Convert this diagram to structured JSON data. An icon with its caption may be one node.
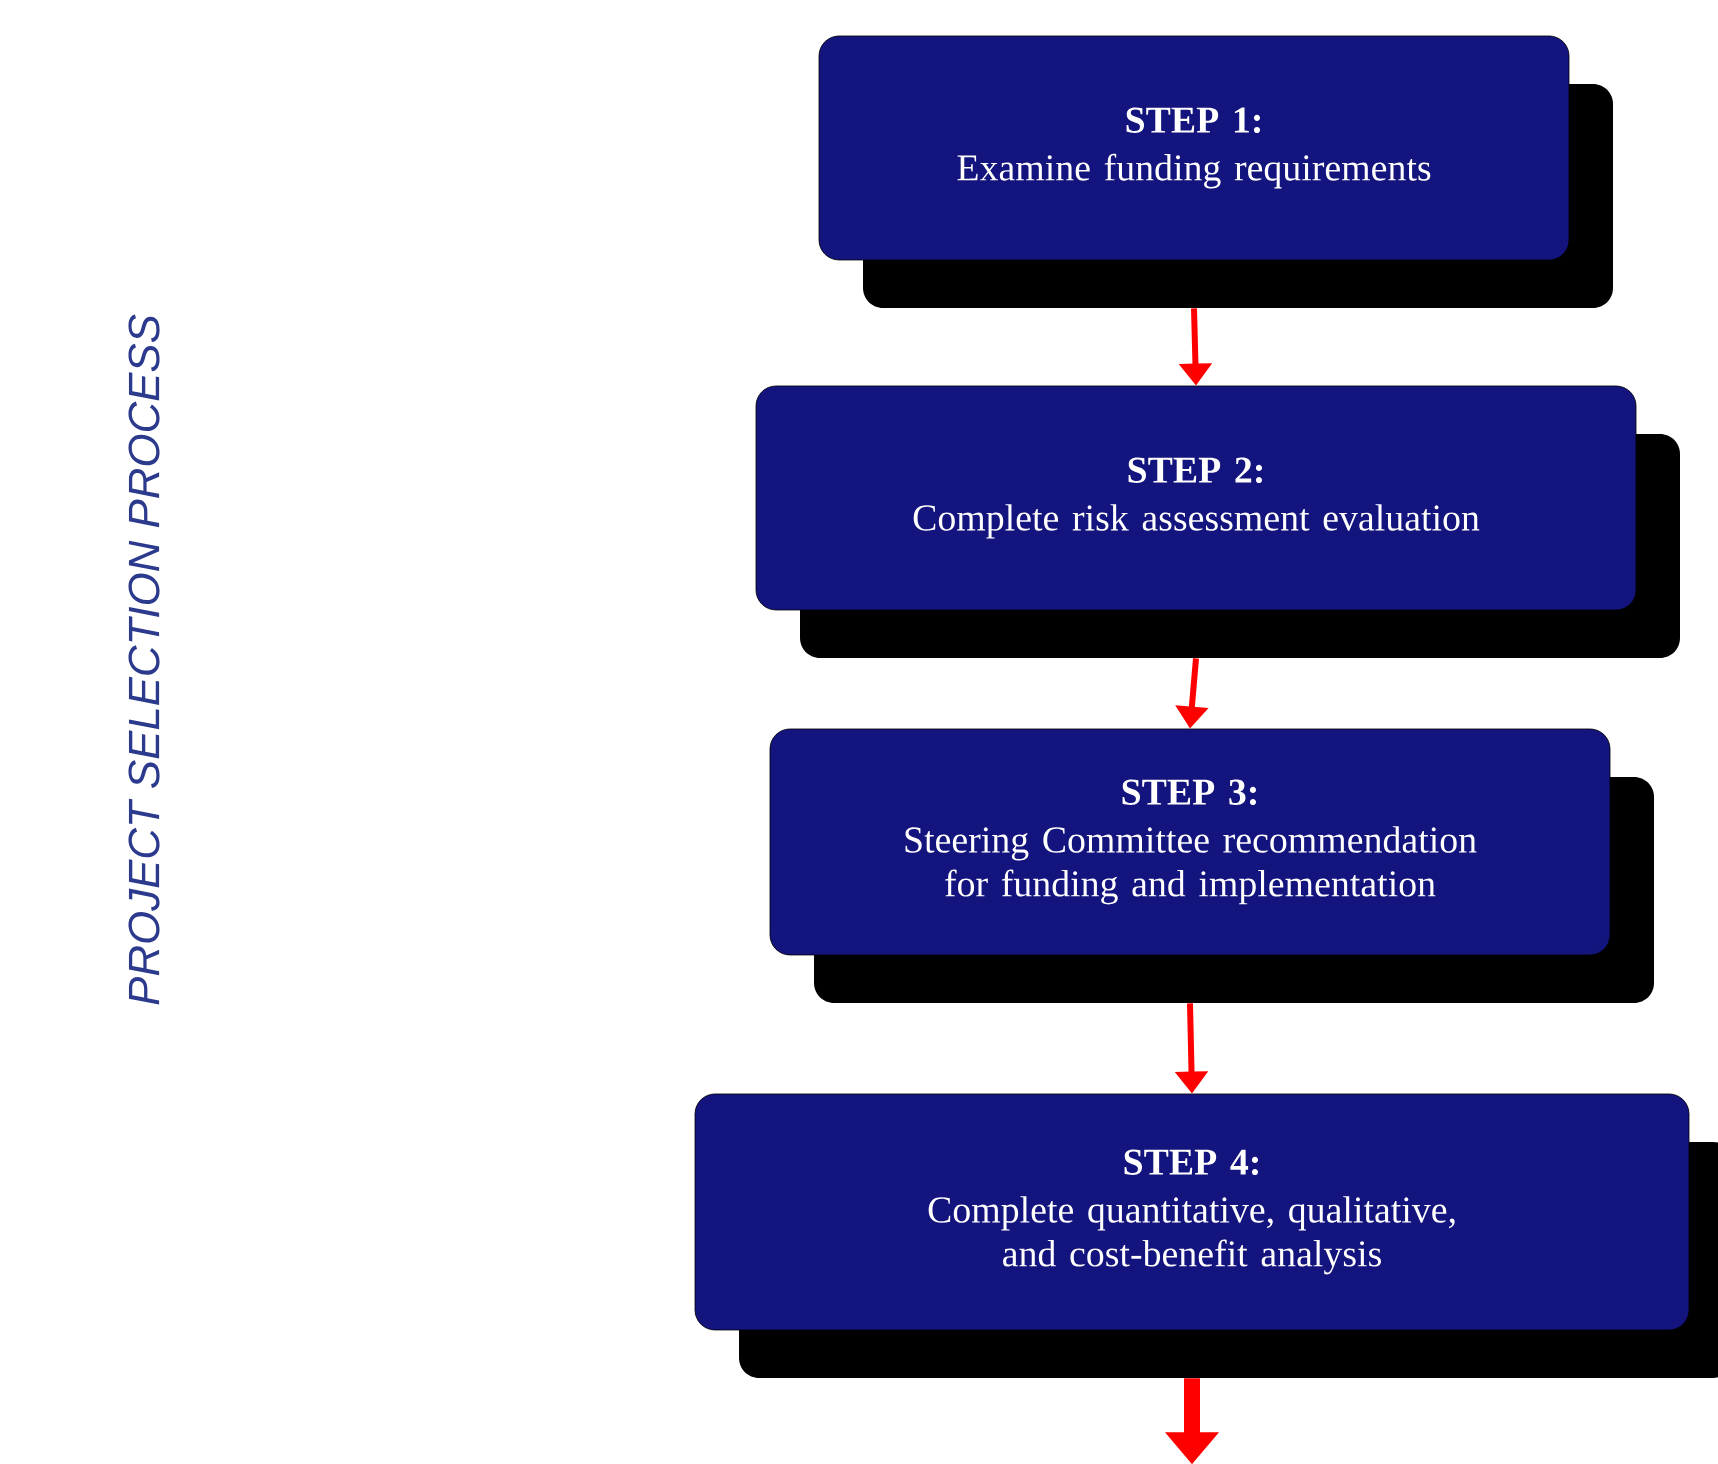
{
  "diagram": {
    "title": "PROJECT SELECTION PROCESS",
    "nodes": [
      {
        "text": [
          "STEP 1:",
          "Examine funding requirements"
        ]
      },
      {
        "text": [
          "STEP 2:",
          "Complete risk assessment evaluation"
        ]
      },
      {
        "text": [
          "STEP 3:",
          "Steering Committee recommendation for funding and implementation"
        ]
      },
      {
        "text": [
          "STEP 4:",
          "Complete quantitative, qualitative, and cost-benefit analysis"
        ]
      }
    ],
    "edges": [
      {
        "from": 0,
        "to": 1,
        "arrow": "to"
      },
      {
        "from": 1,
        "to": 2,
        "arrow": "to"
      },
      {
        "from": 2,
        "to": 3,
        "arrow": "to"
      },
      {
        "from": 3,
        "to": null,
        "arrow": "to",
        "style": "thick"
      }
    ]
  }
}
